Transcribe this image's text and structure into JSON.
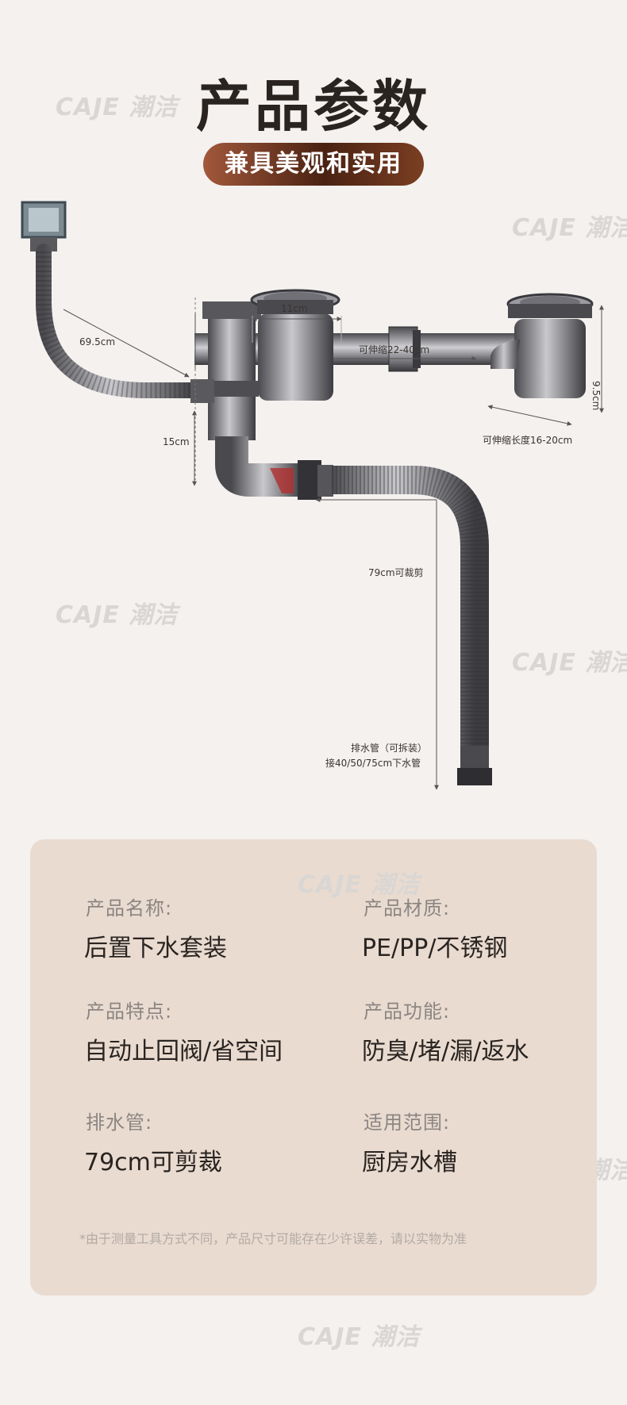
{
  "brand": {
    "watermark": "CAJE 潮洁"
  },
  "header": {
    "title": "产品参数",
    "subtitle": "兼具美观和实用"
  },
  "diagram": {
    "dims": {
      "d_11cm": "11cm",
      "d_69_5cm": "69.5cm",
      "d_telescopic": "可伸缩22-40cm",
      "d_9_5cm": "9.5cm",
      "d_15cm": "15cm",
      "d_telescopic_len": "可伸缩长度16-20cm",
      "d_79cm": "79cm可裁剪",
      "drain_line1": "排水管（可拆装）",
      "drain_line2": "接40/50/75cm下水管"
    }
  },
  "specs": {
    "name_label": "产品名称:",
    "name_value": "后置下水套装",
    "material_label": "产品材质:",
    "material_value": "PE/PP/不锈钢",
    "feature_label": "产品特点:",
    "feature_value": "自动止回阀/省空间",
    "function_label": "产品功能:",
    "function_value": "防臭/堵/漏/返水",
    "pipe_label": "排水管:",
    "pipe_value": "79cm可剪裁",
    "scope_label": "适用范围:",
    "scope_value": "厨房水槽",
    "note": "*由于测量工具方式不同，产品尺寸可能存在少许误差，请以实物为准"
  }
}
